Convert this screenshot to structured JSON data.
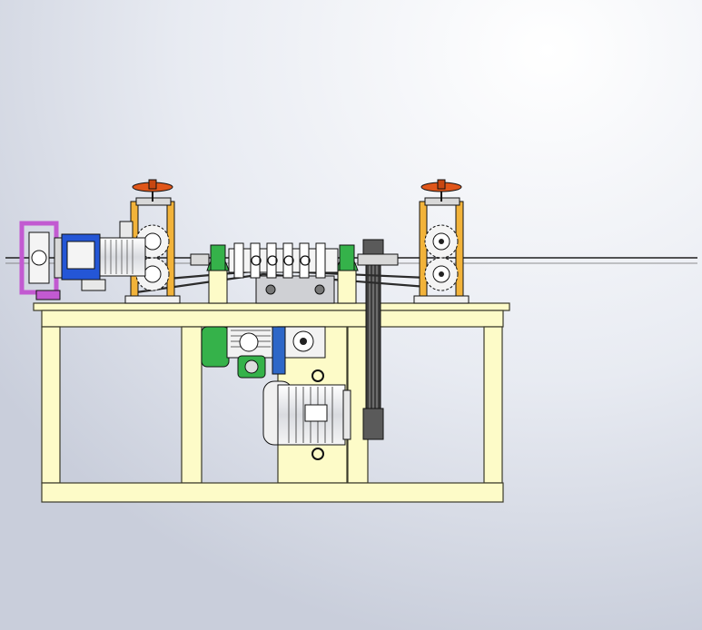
{
  "scene": {
    "kind": "cad-assembly-render",
    "background_light": "#ffffff",
    "background_mid": "#e8ebf2",
    "background_dark": "#c9cedb"
  },
  "colors": {
    "frame": "#fdfbc8",
    "frame_stroke": "#3a3a2a",
    "roller_stand": "#f2b33a",
    "handwheel": "#e0561a",
    "motor_blue": "#2456d6",
    "clamp_purple": "#c25ad1",
    "bearing_green": "#35b24a",
    "gear_body": "#f4f4f4",
    "metal_grey": "#b9bcc3",
    "dark_line": "#1e1e1e"
  },
  "components": [
    {
      "name": "base-frame",
      "icon": "frame-icon"
    },
    {
      "name": "left-roller-stand",
      "icon": "roller-stand-icon"
    },
    {
      "name": "right-roller-stand",
      "icon": "roller-stand-icon"
    },
    {
      "name": "left-handwheel",
      "icon": "handwheel-icon"
    },
    {
      "name": "right-handwheel",
      "icon": "handwheel-icon"
    },
    {
      "name": "blue-motor",
      "icon": "motor-icon"
    },
    {
      "name": "purple-clamp",
      "icon": "clamp-icon"
    },
    {
      "name": "center-cutter-roller",
      "icon": "cutter-icon"
    },
    {
      "name": "gear-reducer",
      "icon": "gearbox-icon"
    },
    {
      "name": "main-electric-motor",
      "icon": "motor-icon"
    },
    {
      "name": "belt-drive",
      "icon": "belt-icon"
    },
    {
      "name": "wire-rod",
      "icon": "rod-icon"
    }
  ]
}
